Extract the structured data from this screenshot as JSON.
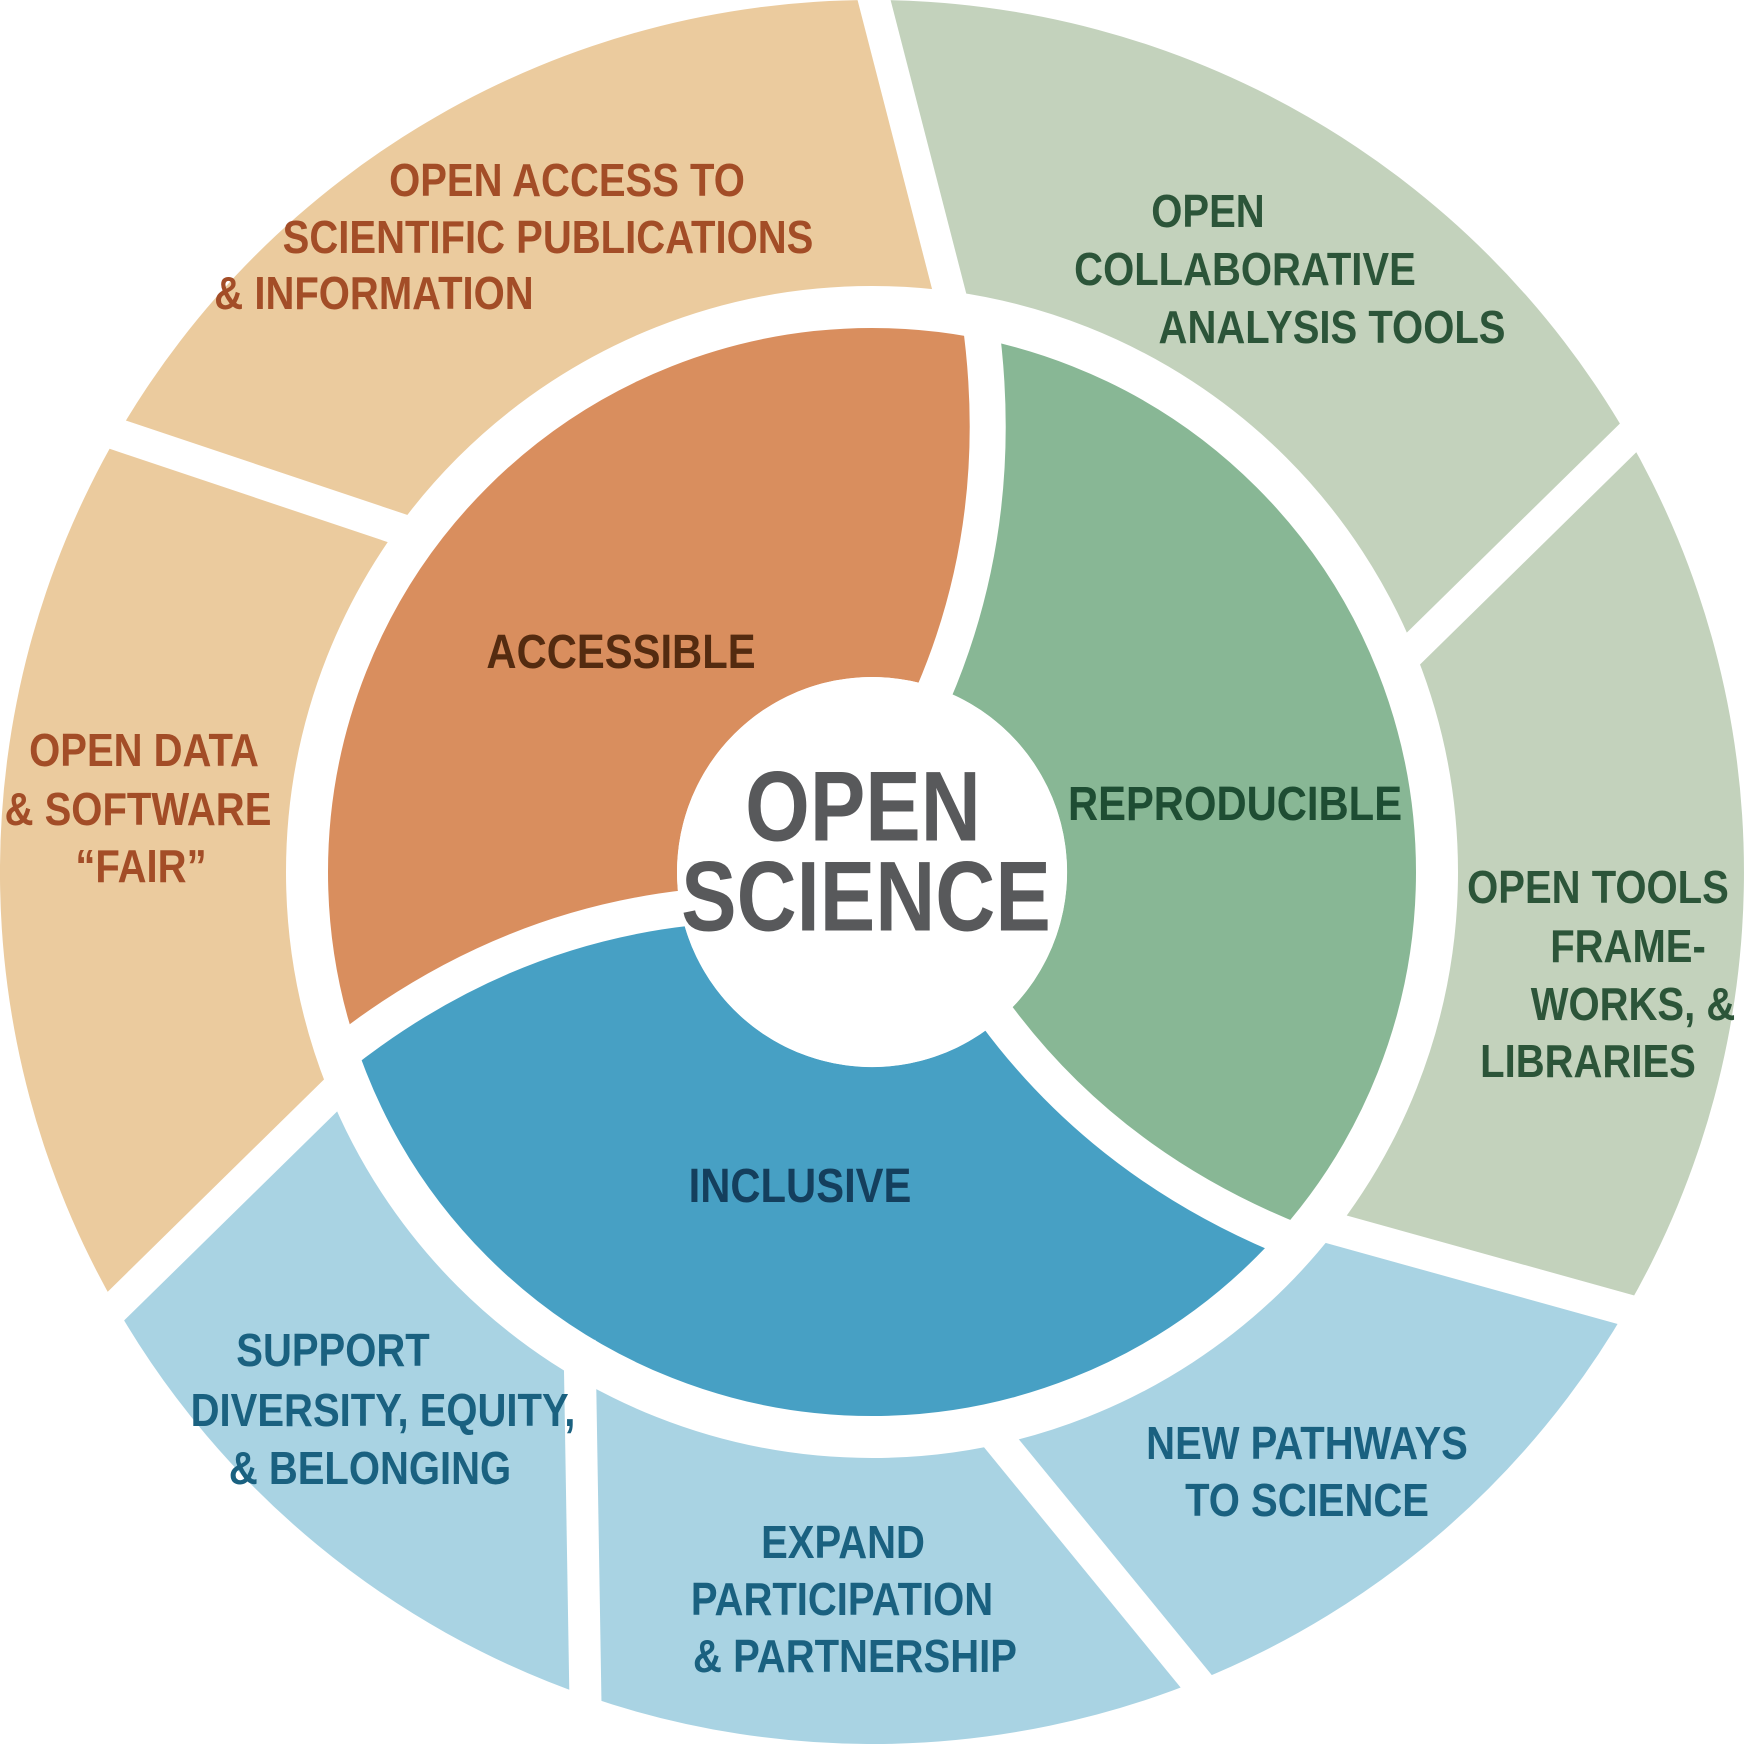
{
  "page": {
    "background": "#FFFFFF"
  },
  "center": {
    "line1": "OPEN",
    "line2": "SCIENCE",
    "text_color": "#58595B"
  },
  "colors": {
    "inner_orange": "#D98E5E",
    "inner_green": "#88B795",
    "inner_blue": "#47A0C4",
    "outer_tan": "#EBCB9E",
    "outer_green": "#C3D2BC",
    "outer_blue": "#A9D3E3",
    "separator_white": "#FFFFFF"
  },
  "inner_segments": [
    {
      "id": "accessible",
      "label": "ACCESSIBLE",
      "text_color": "#542B10"
    },
    {
      "id": "reproducible",
      "label": "REPRODUCIBLE",
      "text_color": "#1E4D33"
    },
    {
      "id": "inclusive",
      "label": "INCLUSIVE",
      "text_color": "#143F5D"
    }
  ],
  "outer_segments": [
    {
      "id": "open-access",
      "lines": [
        "OPEN ACCESS TO",
        "SCIENTIFIC PUBLICATIONS",
        "& INFORMATION"
      ],
      "text_color": "#A34D27"
    },
    {
      "id": "open-collaborative",
      "lines": [
        "OPEN",
        "COLLABORATIVE",
        "ANALYSIS TOOLS"
      ],
      "text_color": "#2C5539"
    },
    {
      "id": "open-tools",
      "lines": [
        "OPEN TOOLS",
        "FRAME-",
        "WORKS, &",
        "LIBRARIES"
      ],
      "text_color": "#2C5539"
    },
    {
      "id": "new-pathways",
      "lines": [
        "NEW PATHWAYS",
        "TO SCIENCE"
      ],
      "text_color": "#1A6180"
    },
    {
      "id": "expand-participation",
      "lines": [
        "EXPAND",
        "PARTICIPATION",
        "& PARTNERSHIP"
      ],
      "text_color": "#1A6180"
    },
    {
      "id": "support-diversity",
      "lines": [
        "SUPPORT",
        "DIVERSITY, EQUITY,",
        "& BELONGING"
      ],
      "text_color": "#1A6180"
    },
    {
      "id": "open-data",
      "lines": [
        "OPEN DATA",
        "& SOFTWARE",
        "“FAIR”"
      ],
      "text_color": "#A34D27"
    }
  ]
}
